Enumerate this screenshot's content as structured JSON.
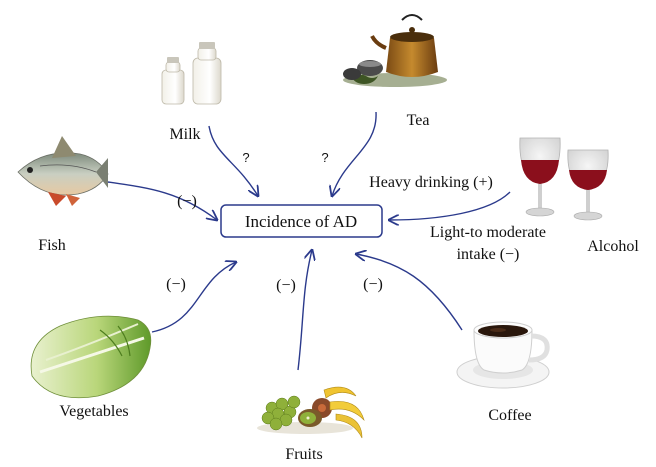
{
  "center_label": "Incidence of AD",
  "items": {
    "milk": "Milk",
    "tea": "Tea",
    "fish": "Fish",
    "alcohol": "Alcohol",
    "vegetables": "Vegetables",
    "fruits": "Fruits",
    "coffee": "Coffee"
  },
  "effects": {
    "milk": "?",
    "tea": "?",
    "fish": "(−)",
    "vegetables": "(−)",
    "fruits": "(−)",
    "coffee": "(−)",
    "heavy_drinking": "Heavy drinking (+)",
    "light_moderate_line1": "Light-to moderate",
    "light_moderate_line2": "intake (−)"
  },
  "colors": {
    "arrow": "#2b3a8c",
    "box_border": "#2b3a8c"
  }
}
